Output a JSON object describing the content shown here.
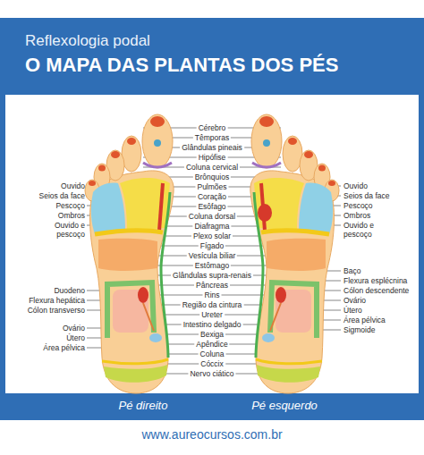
{
  "diagram": {
    "title": "O MAPA DAS PLANTAS DOS PÉS",
    "labels": [
      "Reflexologia podal",
      "Cérebro",
      "Têmporas",
      "Glândulas pineais",
      "Hipófise",
      "Coluna cervical",
      "Brônquios",
      "Pulmões",
      "Coração",
      "Esôfago",
      "Coluna dorsal",
      "Diafragma",
      "Plexo solar",
      "Fígado",
      "Vesícula biliar",
      "Estômago",
      "Glândulas supra-renais",
      "Pâncreas",
      "Rins",
      "Região da cintura",
      "Ureter",
      "Intestino delgado",
      "Bexiga",
      "Apêndice",
      "Coluna",
      "Cóccix",
      "Nervo ciático",
      "Ouvido",
      "Seios da face",
      "Pescoço",
      "Ombros",
      "Ouvido e pescoço",
      "Ouvido",
      "Seios da face",
      "Pescoço",
      "Ombros",
      "Ouvido e pescoço",
      "Duodeno",
      "Flexura hepática",
      "Cólon transverso",
      "Ovário",
      "Útero",
      "Área pélvica",
      "Baço",
      "Flexura esplécnina",
      "Cólon descendente",
      "Ovário",
      "Útero",
      "Área pélvica",
      "Sigmoide",
      "Pé direito",
      "Pé esquerdo",
      "www.aureocursos.com.br"
    ]
  }
}
